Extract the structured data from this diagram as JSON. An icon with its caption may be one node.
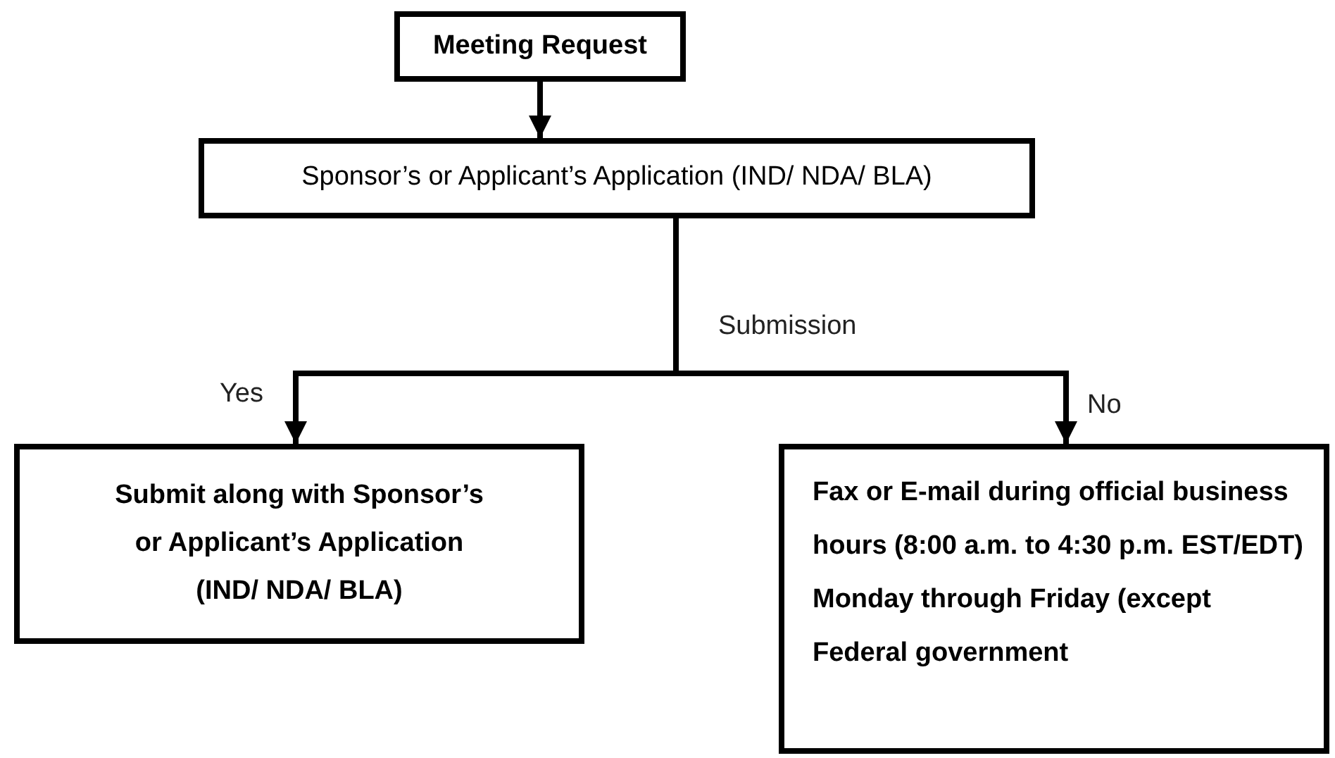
{
  "diagram": {
    "nodes": [
      {
        "text": [
          "Meeting Request"
        ]
      },
      {
        "text": [
          "Sponsor’s or Applicant’s Application (IND/ NDA/ BLA)"
        ]
      },
      {
        "text": [
          "Submit along with Sponsor’s or Applicant’s Application (IND/ NDA/ BLA)"
        ]
      },
      {
        "text": [
          "Fax or E-mail during official business hours (8:00 a.m. to 4:30 p.m. EST/EDT) Monday through Friday (except Federal government"
        ]
      }
    ],
    "edges": [
      {
        "from": 0,
        "to": 1,
        "arrow": "to"
      },
      {
        "from": 1,
        "to": 2,
        "arrow": "to",
        "label": "Yes"
      },
      {
        "from": 1,
        "to": 3,
        "arrow": "to",
        "label": "No"
      }
    ],
    "labels": [
      "Submission"
    ]
  }
}
